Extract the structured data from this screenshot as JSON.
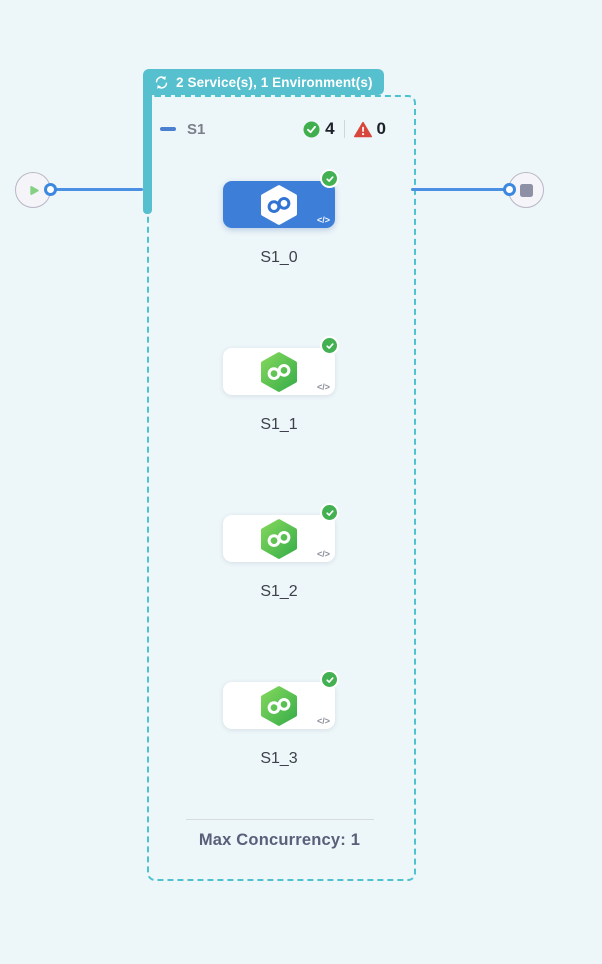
{
  "group_badge": {
    "icon": "loop-icon",
    "label": "2 Service(s), 1 Environment(s)"
  },
  "stage_header": {
    "name": "S1",
    "success_count": "4",
    "error_count": "0"
  },
  "nodes": [
    {
      "label": "S1_0",
      "selected": true,
      "status": "success"
    },
    {
      "label": "S1_1",
      "selected": false,
      "status": "success"
    },
    {
      "label": "S1_2",
      "selected": false,
      "status": "success"
    },
    {
      "label": "S1_3",
      "selected": false,
      "status": "success"
    }
  ],
  "footer": {
    "max_concurrency": "Max Concurrency: 1"
  },
  "icons": {
    "code_label": "</>"
  },
  "colors": {
    "background": "#edf6f9",
    "accent_teal": "#56c0ce",
    "dashed_border": "#4fc2cf",
    "selected_blue": "#3c7ed8",
    "connector_blue": "#4b90e2",
    "success_green": "#43b152",
    "service_green_light": "#82d75c",
    "service_green_dark": "#38ae49",
    "error_red": "#d8473c",
    "end_node_gray": "#8e90a5"
  }
}
